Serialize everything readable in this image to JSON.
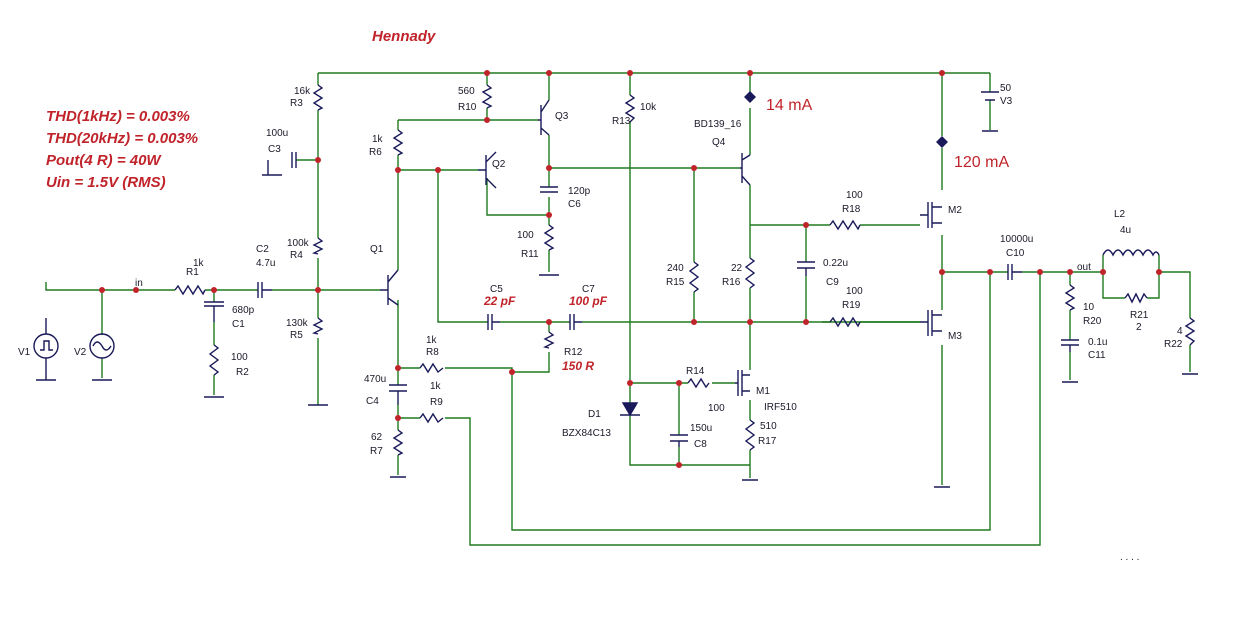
{
  "author": "Hennady",
  "specs": [
    "THD(1kHz) = 0.003%",
    "THD(20kHz) = 0.003%",
    "Pout(4 R) = 40W",
    "Uin = 1.5V (RMS)"
  ],
  "annotations": {
    "i_q4": "14 mA",
    "i_out": "120 mA",
    "c5": "22 pF",
    "c7": "100 pF",
    "r12": "150 R"
  },
  "nets": {
    "in": "in",
    "out": "out"
  },
  "parts": {
    "R1": [
      "R1",
      "1k"
    ],
    "R2": [
      "R2",
      "100"
    ],
    "R3": [
      "R3",
      "16k"
    ],
    "R4": [
      "R4",
      "100k"
    ],
    "R5": [
      "R5",
      "130k"
    ],
    "R6": [
      "R6",
      "1k"
    ],
    "R7": [
      "R7",
      "62"
    ],
    "R8": [
      "R8",
      "1k"
    ],
    "R9": [
      "R9",
      "1k"
    ],
    "R10": [
      "R10",
      "560"
    ],
    "R11": [
      "R11",
      "100"
    ],
    "R12": [
      "R12",
      ""
    ],
    "R13": [
      "R13",
      "10k"
    ],
    "R14": [
      "R14",
      "100"
    ],
    "R15": [
      "R15",
      "240"
    ],
    "R16": [
      "R16",
      "22"
    ],
    "R17": [
      "R17",
      "510"
    ],
    "R18": [
      "R18",
      "100"
    ],
    "R19": [
      "R19",
      "100"
    ],
    "R20": [
      "R20",
      "10"
    ],
    "R21": [
      "R21",
      "2"
    ],
    "R22": [
      "R22",
      "4"
    ],
    "C1": [
      "C1",
      "680p"
    ],
    "C2": [
      "C2",
      "4.7u"
    ],
    "C3": [
      "C3",
      "100u"
    ],
    "C4": [
      "C4",
      "470u"
    ],
    "C5": [
      "C5",
      ""
    ],
    "C6": [
      "C6",
      "120p"
    ],
    "C7": [
      "C7",
      ""
    ],
    "C8": [
      "C8",
      "150u"
    ],
    "C9": [
      "C9",
      "0.22u"
    ],
    "C10": [
      "C10",
      "10000u"
    ],
    "C11": [
      "C11",
      "0.1u"
    ],
    "L2": [
      "L2",
      "4u"
    ],
    "V1": [
      "V1",
      ""
    ],
    "V2": [
      "V2",
      ""
    ],
    "V3": [
      "V3",
      "50"
    ],
    "Q1": [
      "Q1",
      ""
    ],
    "Q2": [
      "Q2",
      ""
    ],
    "Q3": [
      "Q3",
      ""
    ],
    "Q4": [
      "Q4",
      "BD139_16"
    ],
    "M1": [
      "M1",
      "IRF510"
    ],
    "M2": [
      "M2",
      ""
    ],
    "M3": [
      "M3",
      ""
    ],
    "D1": [
      "D1",
      "BZX84C13"
    ]
  },
  "colors": {
    "wire": "#1e7a1e",
    "component": "#1a1a5a",
    "annotation": "#c0232a"
  }
}
